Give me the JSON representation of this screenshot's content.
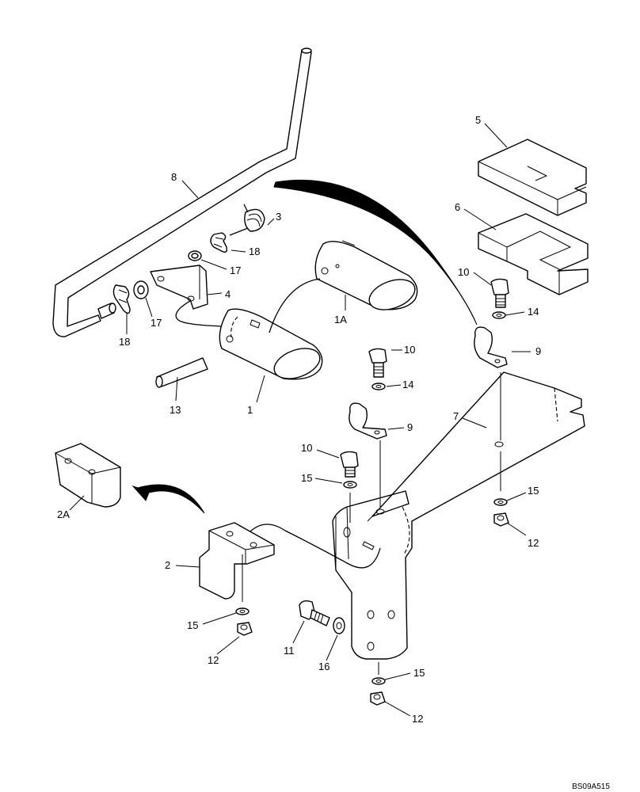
{
  "labels": {
    "l1": "1",
    "l1a": "1A",
    "l2": "2",
    "l2a": "2A",
    "l3": "3",
    "l4": "4",
    "l5": "5",
    "l6": "6",
    "l7": "7",
    "l8": "8",
    "l9a": "9",
    "l9b": "9",
    "l10a": "10",
    "l10b": "10",
    "l10c": "10",
    "l11": "11",
    "l12a": "12",
    "l12b": "12",
    "l12c": "12",
    "l13": "13",
    "l14a": "14",
    "l14b": "14",
    "l15a": "15",
    "l15b": "15",
    "l15c": "15",
    "l15d": "15",
    "l16": "16",
    "l17a": "17",
    "l17b": "17",
    "l18a": "18",
    "l18b": "18"
  },
  "drawing_code": "BS09A515"
}
